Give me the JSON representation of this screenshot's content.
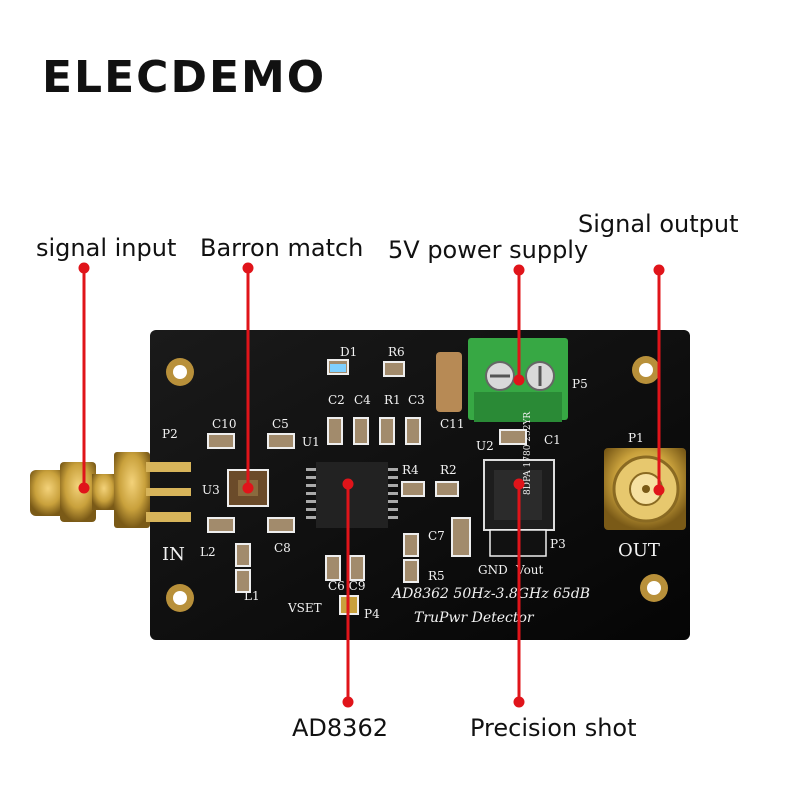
{
  "brand": "ELECDEMO",
  "callouts": {
    "signal_input": "signal input",
    "barron_match": "Barron match",
    "power_supply": "5V power supply",
    "signal_output": "Signal output",
    "chip": "AD8362",
    "precision_shot": "Precision shot"
  },
  "board": {
    "title_line1": "AD8362 50Hz-3.8GHz 65dB",
    "title_line2": "TruPwr Detector",
    "in_label": "IN",
    "out_label": "OUT",
    "vset_label": "VSET",
    "gnd_label": "GND",
    "vout_label": "Vout",
    "refs": {
      "p1": "P1",
      "p2": "P2",
      "p3": "P3",
      "p4": "P4",
      "p5": "P5",
      "u1": "U1",
      "u2": "U2",
      "u3": "U3",
      "d1": "D1",
      "r1": "R1",
      "r2": "R2",
      "r4": "R4",
      "r5": "R5",
      "r6": "R6",
      "c1": "C1",
      "c2": "C2",
      "c3": "C3",
      "c4": "C4",
      "c5": "C5",
      "c6c9": "C6 C9",
      "c7": "C7",
      "c8": "C8",
      "c10": "C10",
      "c11": "C11",
      "l1": "L1",
      "l2": "L2"
    },
    "u2_marking": "8DPA 1780 252YR"
  },
  "colors": {
    "pcb": "#0d0d0d",
    "callout_line": "#e0141a",
    "terminal": "#37a844",
    "gold": "#c9a13c"
  }
}
